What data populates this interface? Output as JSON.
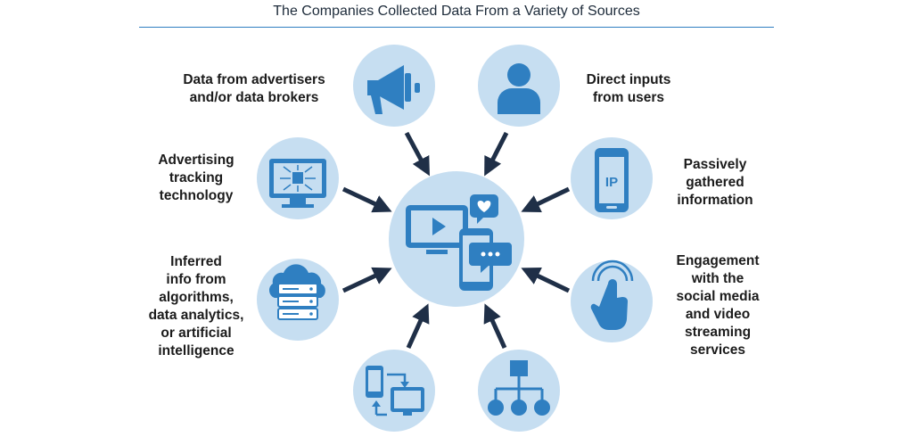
{
  "title": "The Companies Collected Data From a Variety of Sources",
  "colors": {
    "circle": "#c6def1",
    "icon": "#2f7fc1",
    "arrow": "#1f2f47",
    "rule": "#2f7fc1"
  },
  "sources": [
    {
      "id": "advertisers",
      "icon": "megaphone-icon",
      "lines": [
        "Data from advertisers",
        "and/or data brokers"
      ]
    },
    {
      "id": "users",
      "icon": "person-icon",
      "lines": [
        "Direct inputs",
        "from users"
      ]
    },
    {
      "id": "tracking",
      "icon": "monitor-tracking-icon",
      "lines": [
        "Advertising",
        "tracking",
        "technology"
      ]
    },
    {
      "id": "passive",
      "icon": "phone-ip-icon",
      "lines": [
        "Passively",
        "gathered",
        "information"
      ],
      "icon_text": "IP"
    },
    {
      "id": "inferred",
      "icon": "cloud-server-icon",
      "lines": [
        "Inferred",
        "info from",
        "algorithms,",
        "data analytics,",
        "or artificial",
        "intelligence"
      ]
    },
    {
      "id": "engagement",
      "icon": "hand-tap-icon",
      "lines": [
        "Engagement",
        "with the",
        "social media",
        "and video",
        "streaming",
        "services"
      ]
    },
    {
      "id": "devices",
      "icon": "device-sync-icon",
      "lines": []
    },
    {
      "id": "network",
      "icon": "network-hierarchy-icon",
      "lines": []
    }
  ],
  "center": {
    "icon": "media-devices-icon"
  }
}
